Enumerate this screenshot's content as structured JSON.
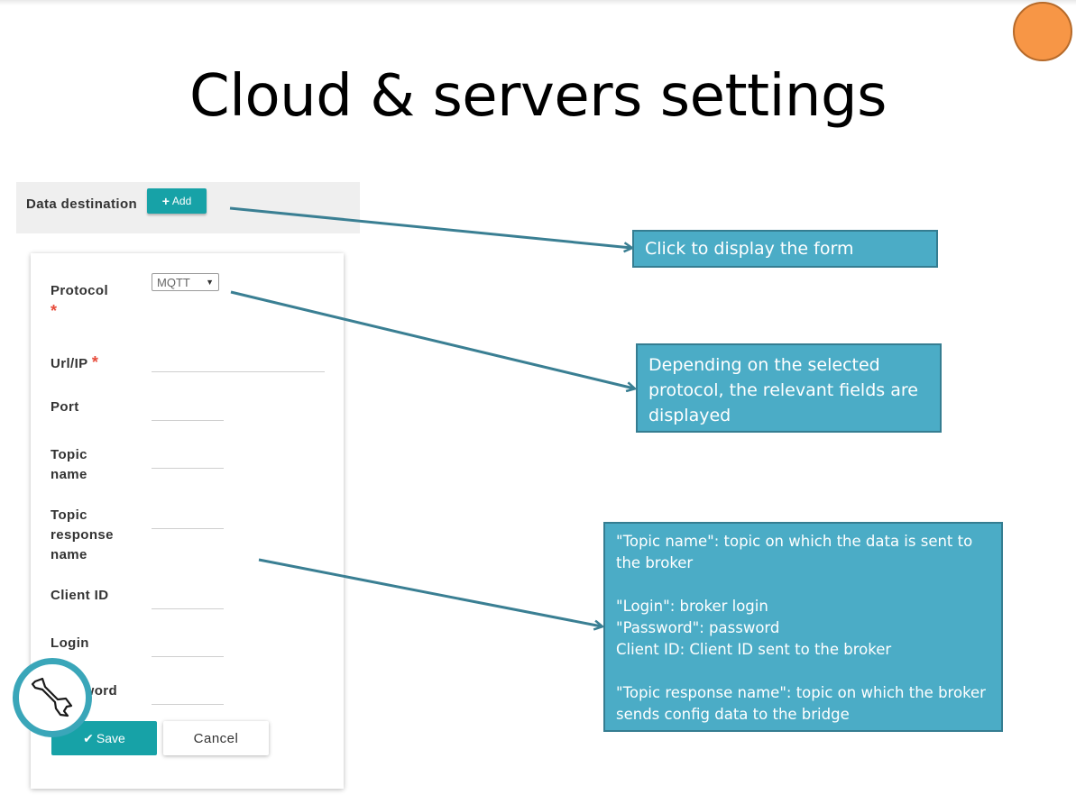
{
  "slide": {
    "title": "Cloud & servers settings"
  },
  "data_destination": {
    "label": "Data destination",
    "add_button_label": "Add"
  },
  "form": {
    "protocol": {
      "label": "Protocol",
      "required_mark": "*",
      "selected": "MQTT"
    },
    "url_ip": {
      "label": "Url/IP",
      "required_mark": "*",
      "value": ""
    },
    "port": {
      "label": "Port",
      "value": ""
    },
    "topic_name": {
      "label_line1": "Topic",
      "label_line2": "name",
      "value": ""
    },
    "topic_response_name": {
      "label_line1": "Topic",
      "label_line2": "response",
      "label_line3": "name",
      "value": ""
    },
    "client_id": {
      "label": "Client ID",
      "value": ""
    },
    "login": {
      "label": "Login",
      "value": ""
    },
    "password": {
      "label": "Password",
      "value": ""
    },
    "save_label": "Save",
    "cancel_label": "Cancel"
  },
  "callouts": {
    "first": "Click to display the form",
    "second": "Depending on the selected protocol, the relevant fields are displayed",
    "third": {
      "line1": "\"Topic name\": topic on which the data is sent to the broker",
      "line2": "\"Login\": broker login",
      "line3": "\"Password\": password",
      "line4": "Client ID: Client ID sent to the broker",
      "line5": "\"Topic response name\": topic on which the broker sends config data to the bridge"
    }
  },
  "colors": {
    "accent": "#17a2a7",
    "callout_fill": "#4bacc6",
    "callout_border": "#357d91",
    "arrow": "#3a7f93",
    "required": "#e74c3c",
    "orange": "#f79646"
  },
  "icons": {
    "add": "plus-icon",
    "save": "check-icon",
    "select": "caret-down-icon",
    "badge": "wrench-icon"
  }
}
